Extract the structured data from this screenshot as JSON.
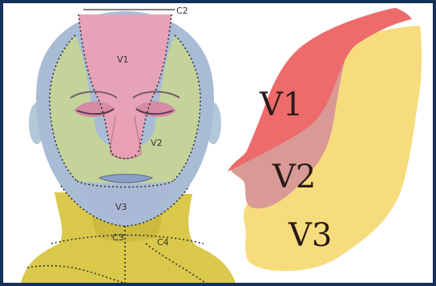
{
  "face": {
    "labels": {
      "c2": "C2",
      "v1": "V1",
      "v2": "V2",
      "v3": "V3",
      "c3": "C3",
      "c4": "C4"
    }
  },
  "profile": {
    "labels": {
      "v1": "V1",
      "v2": "V2",
      "v3": "V3"
    }
  },
  "colors": {
    "background": "#16305a",
    "v1": "#ee6b6b",
    "v2": "#d99a95",
    "v3": "#f7dc7e",
    "face_v1": "#e6a3b8",
    "face_v2": "#c3d39a",
    "face_v3": "#aab8d6",
    "neck": "#d9c84a"
  }
}
